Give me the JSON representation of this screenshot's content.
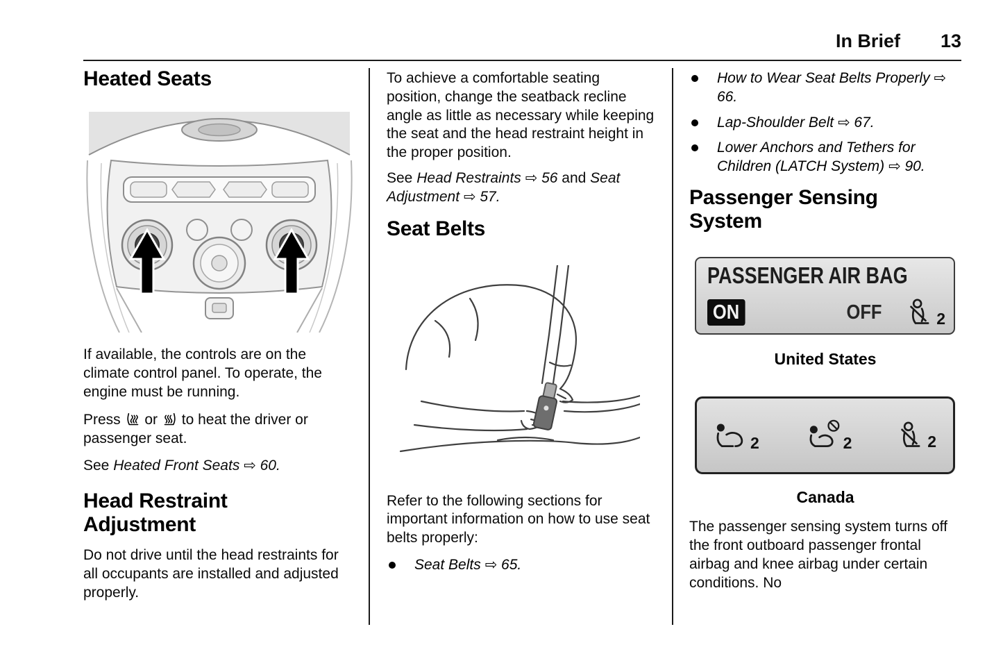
{
  "header": {
    "section_title": "In Brief",
    "page_number": "13"
  },
  "colors": {
    "text": "#000000",
    "display_bg": "#d9d9d9",
    "display_border": "#3a3a3a",
    "arrow_fill": "#000000"
  },
  "icons": {
    "crossref_arrow": "⇨",
    "heated_driver_seat": "seat-with-heat-waves",
    "heated_passenger_seat": "seat-with-heat-waves",
    "belted_passenger": "seated-person-with-seat-belt",
    "airbag_on": "seated-person-with-airbag",
    "airbag_off": "seated-person-with-airbag-crossed"
  },
  "col1": {
    "heading": "Heated Seats",
    "para_controls": "If available, the controls are on the climate control panel. To operate, the engine must be running.",
    "press_pre": "Press",
    "press_mid": "or",
    "press_post": "to heat the driver or passenger seat.",
    "see_pre": "See",
    "see_ref": "Heated Front Seats",
    "see_pageref": "⇨ 60.",
    "heading2": "Head Restraint Adjustment",
    "para_restraints": "Do not drive until the head restraints for all occupants are installed and adjusted properly."
  },
  "col2": {
    "para_position": "To achieve a comfortable seating position, change the seatback recline angle as little as necessary while keeping the seat and the head restraint height in the proper position.",
    "see_pre": "See",
    "ref1": "Head Restraints",
    "pageref1": "⇨ 56",
    "mid": "and",
    "ref2": "Seat Adjustment",
    "pageref2": "⇨ 57.",
    "heading": "Seat Belts",
    "para_refer": "Refer to the following sections for important information on how to use seat belts properly:",
    "bullet": {
      "ref": "Seat Belts",
      "pageref": "⇨ 65."
    }
  },
  "col3": {
    "bullets": [
      {
        "ref": "How to Wear Seat Belts Properly",
        "pageref": "⇨ 66."
      },
      {
        "ref": "Lap-Shoulder Belt",
        "pageref": "⇨ 67."
      },
      {
        "ref": "Lower Anchors and Tethers for Children (LATCH System)",
        "pageref": "⇨ 90."
      }
    ],
    "heading": "Passenger Sensing System",
    "us_display": {
      "title": "PASSENGER AIR BAG",
      "on_label": "ON",
      "off_label": "OFF",
      "badge": "2"
    },
    "caption_us": "United States",
    "canada_display": {
      "badge1": "2",
      "badge2": "2",
      "badge3": "2"
    },
    "caption_canada": "Canada",
    "para_sensing": "The passenger sensing system turns off the front outboard passenger frontal airbag and knee airbag under certain conditions. No"
  }
}
